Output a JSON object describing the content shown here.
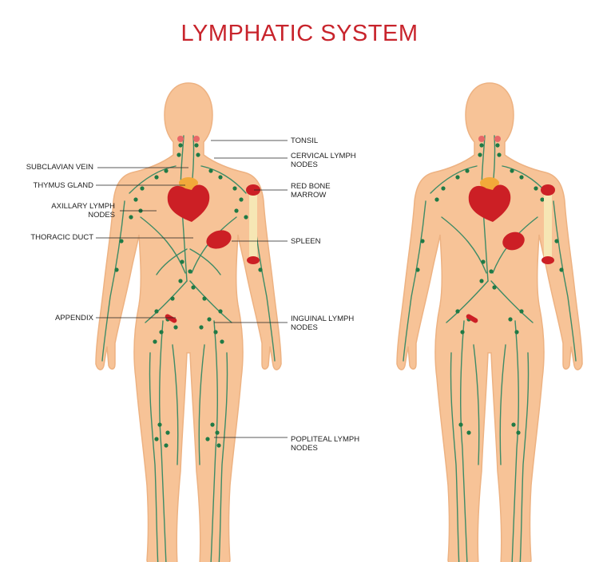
{
  "title": "LYMPHATIC SYSTEM",
  "colors": {
    "title": "#c8242c",
    "skin": "#f7c397",
    "skin_outline": "#edb282",
    "vessel": "#3d8b66",
    "node": "#1f7a45",
    "organ": "#cc1f25",
    "bone": "#f6e6b4",
    "leader": "#202020"
  },
  "labels_left": {
    "subclavian_vein": "SUBCLAVIAN VEIN",
    "thymus_gland": "THYMUS GLAND",
    "axillary_lymph_nodes": "AXILLARY LYMPH\nNODES",
    "thoracic_duct": "THORACIC DUCT",
    "appendix": "APPENDIX"
  },
  "labels_right": {
    "tonsil": "TONSIL",
    "cervical_lymph_nodes": "CERVICAL LYMPH\nNODES",
    "red_bone_marrow": "RED BONE\nMARROW",
    "spleen": "SPLEEN",
    "inguinal_lymph_nodes": "INGUINAL LYMPH\nNODES",
    "popliteal_lymph_nodes": "POPLITEAL LYMPH\nNODES"
  }
}
